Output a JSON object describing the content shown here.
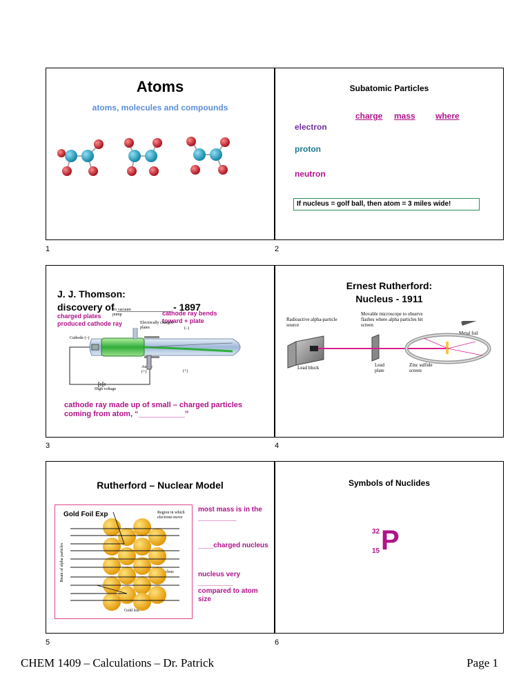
{
  "slides": {
    "s1": {
      "number": "1",
      "title": "Atoms",
      "subtitle": "atoms, molecules and compounds"
    },
    "s2": {
      "number": "2",
      "title": "Subatomic Particles",
      "columns": [
        "charge",
        "mass",
        "where"
      ],
      "rows": [
        "electron",
        "proton",
        "neutron"
      ],
      "note": "If nucleus = golf ball, then atom = 3 miles wide!"
    },
    "s3": {
      "number": "3",
      "title_line1": "J. J. Thomson:",
      "title_line2": "discovery of __________ - 1897",
      "label_plates": "charged plates produced cathode ray",
      "label_bends": "cathode ray bends toward + plate",
      "fig_vacuum": "To vacuum pump",
      "fig_electrically": "Electrically charged plates",
      "fig_minus": "(–)",
      "fig_cathode": "Cathode (–)",
      "fig_anode": "Anode (+)",
      "fig_plus": "(+)",
      "fig_highvoltage": "High voltage",
      "bottom": "cathode ray made up of small – charged particles coming from atom, “___________”"
    },
    "s4": {
      "number": "4",
      "title_line1": "Ernest Rutherford:",
      "title_line2": "Nucleus - 1911",
      "fig_source": "Radioactive alpha-particle source",
      "fig_microscope": "Movable microscope to observe flashes where alpha particles hit screen",
      "fig_foil": "Metal foil",
      "fig_leadblock": "Lead block",
      "fig_leadplate": "Lead plate",
      "fig_zinc": "Zinc sulfide screen"
    },
    "s5": {
      "number": "5",
      "title": "Rutherford – Nuclear Model",
      "fig_title": "Gold Foil Exp",
      "fig_region": "Region in which electrons move",
      "fig_nucleus": "Nucleus",
      "fig_beam": "Beam of alpha particles",
      "fig_goldfoil": "Gold foil",
      "note1": "most mass is in the __________",
      "note2": "____charged nucleus",
      "note3": "nucleus very _________",
      "note4": "compared to atom size"
    },
    "s6": {
      "number": "6",
      "title": "Symbols of Nuclides",
      "mass_number": "32",
      "atomic_number": "15",
      "symbol": "P"
    }
  },
  "footer": {
    "left": "CHEM 1409 – Calculations – Dr. Patrick",
    "right": "Page 1"
  },
  "colors": {
    "purple": "#7030a0",
    "teal": "#1f7a8c",
    "magenta": "#b0128a",
    "blue": "#5b8fd6",
    "atom_blue": "#1ea3c8",
    "atom_red": "#d9283a",
    "gold": "#f5b41a"
  }
}
